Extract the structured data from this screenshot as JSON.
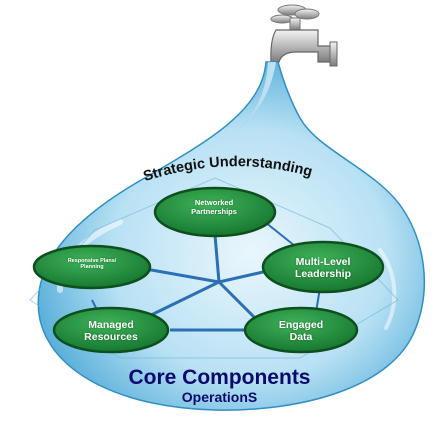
{
  "diagram": {
    "arc_heading": "Strategic Understanding",
    "nodes": {
      "networked": [
        "Networked",
        "Partnerships"
      ],
      "responsive": [
        "Responsive Plans/",
        "Planning"
      ],
      "multilevel": [
        "Multi-Level",
        "Leadership"
      ],
      "managed": [
        "Managed",
        "Resources"
      ],
      "engaged": [
        "Engaged",
        "Data"
      ]
    },
    "core_title": "Core Components",
    "core_subtitle": "OperationS"
  },
  "colors": {
    "node_fill": "#1f8a3a",
    "node_border": "#0d4f1d",
    "drop_fill": "#9fd3ee",
    "drop_edge": "#3c9fd1",
    "text_dark": "#0a0a6e"
  },
  "icons": [
    "faucet-icon",
    "water-drop-icon"
  ]
}
